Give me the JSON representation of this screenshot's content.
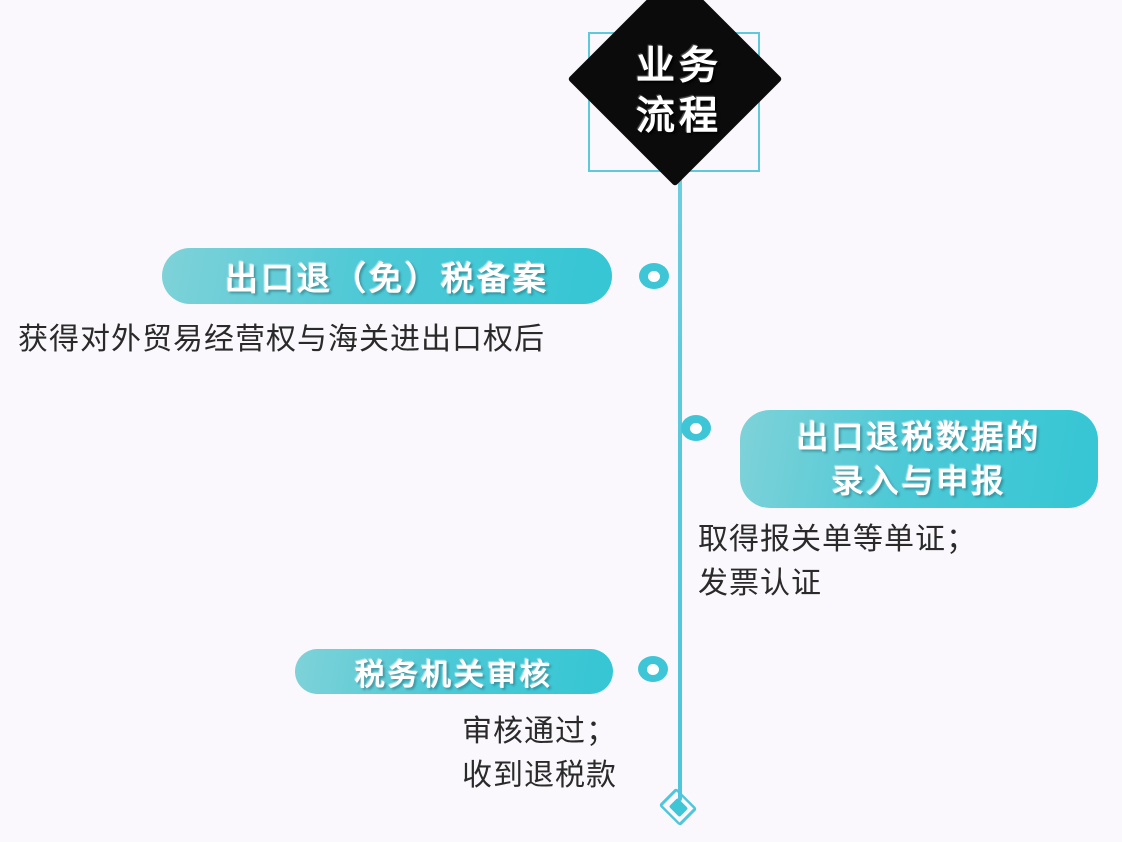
{
  "page": {
    "background_color": "#faf8fc",
    "accent_color": "#3fc6d6",
    "line_color": "#56c8dc",
    "badge_fill": "#0b0b0b"
  },
  "badge": {
    "title": "业务\n流程",
    "title_line1": "业务",
    "title_line2": "流程"
  },
  "steps": [
    {
      "id": "step-1",
      "label": "出口退（免）税备案",
      "caption": "获得对外贸易经营权与海关进出口权后",
      "node_icon": "timeline-dot-icon",
      "side": "left"
    },
    {
      "id": "step-2",
      "label": "出口退税数据的\n录入与申报",
      "caption": "取得报关单等单证；\n发票认证",
      "node_icon": "timeline-dot-icon",
      "side": "right"
    },
    {
      "id": "step-3",
      "label": "税务机关审核",
      "caption": "审核通过；\n收到退税款",
      "node_icon": "timeline-dot-icon",
      "side": "left"
    }
  ],
  "endcap": {
    "icon": "diamond-endcap-icon"
  }
}
